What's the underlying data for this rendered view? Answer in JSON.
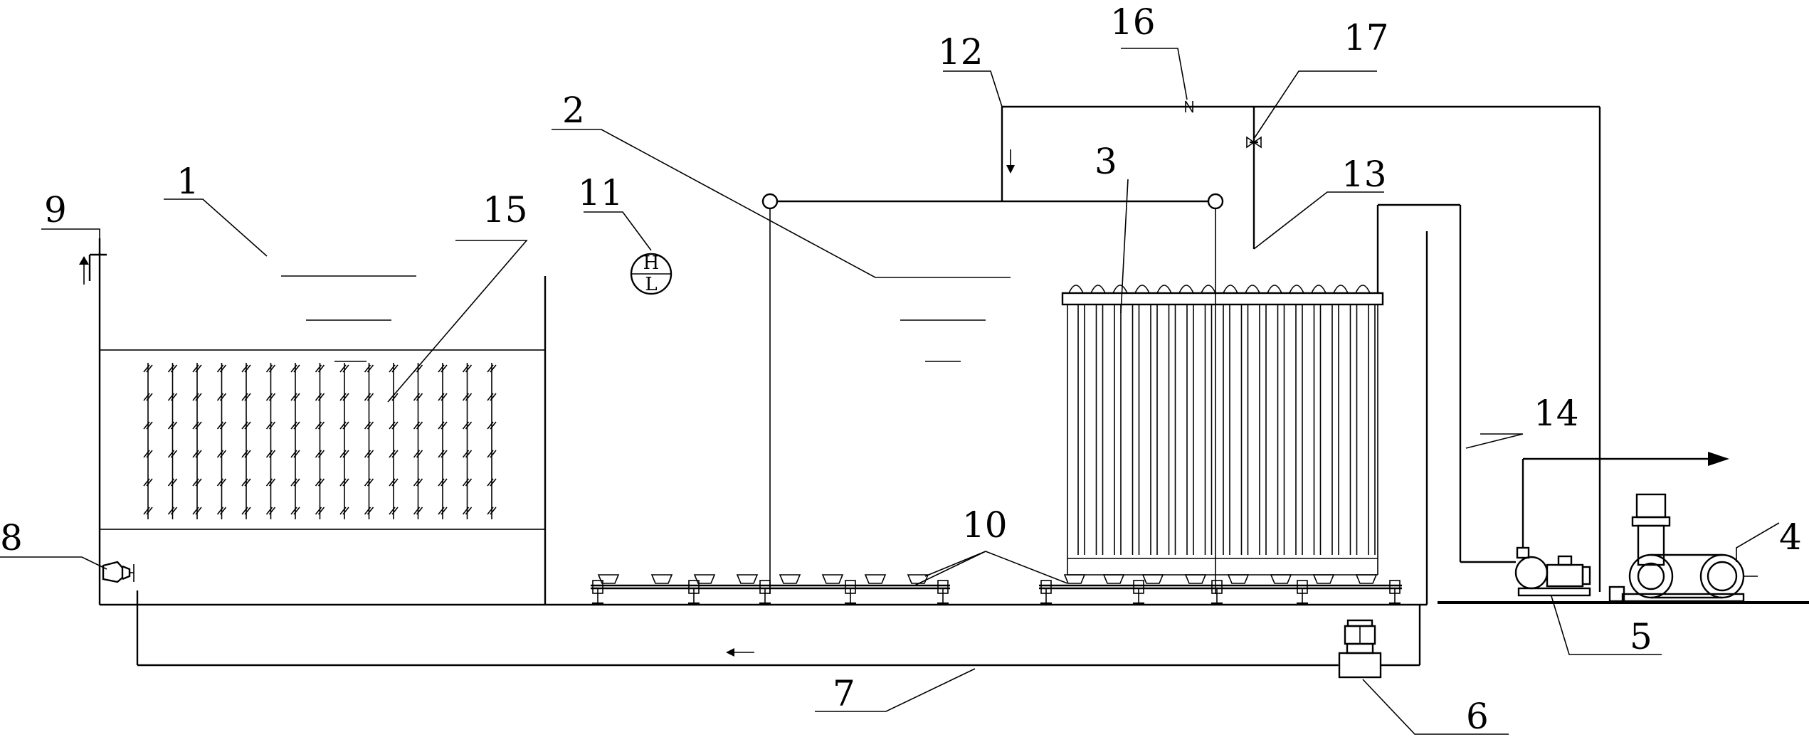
{
  "labels": {
    "l1": "1",
    "l2": "2",
    "l3": "3",
    "l4": "4",
    "l5": "5",
    "l6": "6",
    "l7": "7",
    "l8": "8",
    "l9": "9",
    "l10": "10",
    "l11": "11",
    "l12": "12",
    "l13": "13",
    "l14": "14",
    "l15": "15",
    "l16": "16",
    "l17": "17"
  },
  "level_switch": {
    "high": "H",
    "low": "L"
  }
}
